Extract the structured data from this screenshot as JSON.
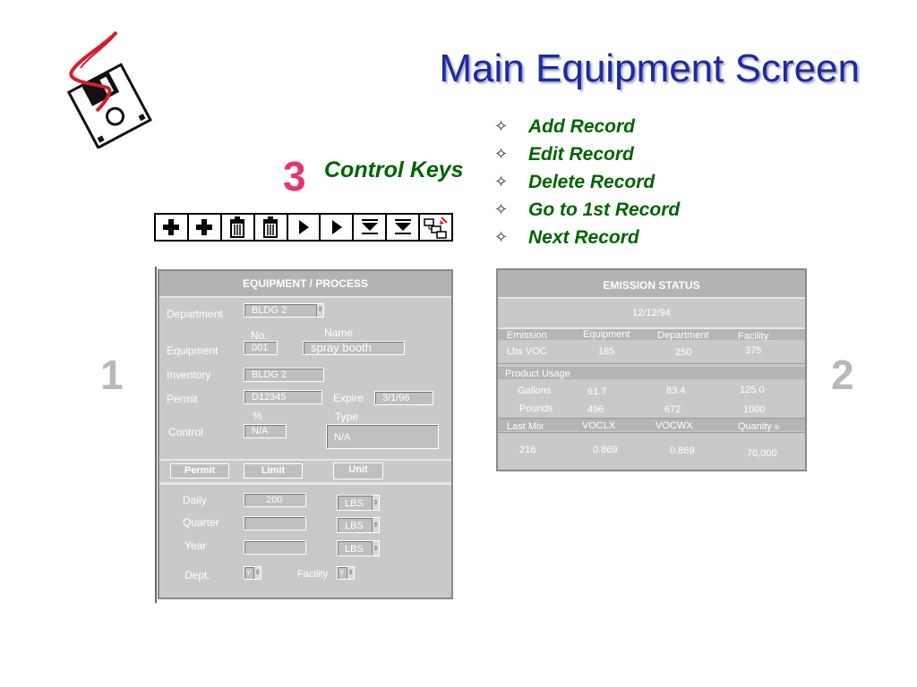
{
  "slide": {
    "title": "Main Equipment Screen",
    "section_number": "3",
    "section_label": "Control Keys",
    "callout_left": "1",
    "callout_right": "2",
    "bullets": [
      "Add Record",
      "Edit Record",
      "Delete Record",
      "Go to 1st Record",
      "Next Record"
    ]
  },
  "toolbar": {
    "buttons": [
      "add-icon",
      "add-icon",
      "trash-icon",
      "trash-icon",
      "play-icon",
      "play-icon",
      "down-bar-icon",
      "down-bar-icon",
      "tree-icon"
    ]
  },
  "equipment": {
    "header": "EQUIPMENT / PROCESS",
    "department_label": "Department",
    "department_value": "BLDG 2",
    "no_label": "No.",
    "name_label": "Name",
    "equipment_label": "Equipment",
    "equipment_no": "001",
    "equipment_name": "spray booth",
    "inventory_label": "Inventory",
    "inventory_value": "BLDG 2",
    "permit_label": "Permit",
    "permit_value": "D12345",
    "expire_label": "Expire",
    "expire_value": "3/1/96",
    "percent_label": "%",
    "type_label": "Type",
    "control_label": "Control",
    "control_value": "N/A",
    "type_value": "N/A",
    "tabs": [
      "Permit",
      "Limit",
      "Unit"
    ],
    "limits": [
      {
        "label": "Daily",
        "value": "200",
        "unit": "LBS"
      },
      {
        "label": "Quarter",
        "value": "",
        "unit": "LBS"
      },
      {
        "label": "Year",
        "value": "",
        "unit": "LBS"
      }
    ],
    "dept_label": "Dept.",
    "dept_value": "Y",
    "facility_label": "Facility",
    "facility_value": "Y"
  },
  "emission": {
    "header": "EMISSION STATUS",
    "date": "12/12/94",
    "col_emission": "Emission",
    "col_equipment": "Equipment",
    "col_department": "Department",
    "col_facility": "Facility",
    "lbs_voc_label": "Lbs VOC",
    "lbs_voc": [
      "185",
      "250",
      "375"
    ],
    "product_usage_label": "Product Usage",
    "gallons_label": "Gallons",
    "gallons": [
      "61.7",
      "83.4",
      "125.0"
    ],
    "pounds_label": "Pounds",
    "pounds": [
      "496",
      "672",
      "1000"
    ],
    "last_mix_label": "Last Mix",
    "vocl_label": "VOCLX",
    "vocw_label": "VOCWX",
    "quantity_label": "Quanity",
    "quantity_unit": "lb",
    "last_mix": [
      "216",
      "0.869",
      "0.869",
      "70,000"
    ]
  }
}
